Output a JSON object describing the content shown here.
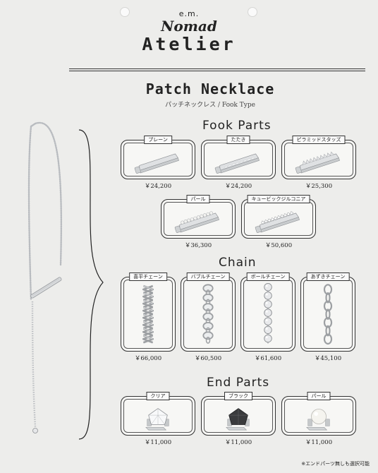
{
  "brand": {
    "prefix": "e.m.",
    "script": "Nomad",
    "name": "Atelier"
  },
  "page": {
    "title": "Patch Necklace",
    "subtitle": "パッチネックレス / Fook Type"
  },
  "fook_parts": {
    "title": "Fook Parts",
    "items": [
      {
        "label": "プレーン",
        "price": "￥24,200"
      },
      {
        "label": "たたき",
        "price": "￥24,200"
      },
      {
        "label": "ピラミッドスタッズ",
        "price": "￥25,300"
      },
      {
        "label": "パール",
        "price": "￥36,300"
      },
      {
        "label": "キュービックジルコニア",
        "price": "￥50,600"
      }
    ]
  },
  "chain": {
    "title": "Chain",
    "items": [
      {
        "label": "喜平チェーン",
        "price": "￥66,000"
      },
      {
        "label": "バブルチェーン",
        "price": "￥60,500"
      },
      {
        "label": "ボールチェーン",
        "price": "￥61,600"
      },
      {
        "label": "あずきチェーン",
        "price": "￥45,100"
      }
    ]
  },
  "end_parts": {
    "title": "End Parts",
    "items": [
      {
        "label": "クリア",
        "price": "￥11,000"
      },
      {
        "label": "ブラック",
        "price": "￥11,000"
      },
      {
        "label": "パール",
        "price": "￥11,000"
      }
    ]
  },
  "footnote": "※エンドパーツ無しも選択可能",
  "icons": {
    "plain": "bar-plain-icon",
    "hammered": "bar-hammered-icon",
    "pyramid": "bar-pyramid-studs-icon",
    "pearl": "bar-pearl-icon",
    "cz": "bar-cz-icon",
    "kihei": "curb-chain-icon",
    "bubble": "bubble-chain-icon",
    "ball": "ball-chain-icon",
    "azuki": "azuki-chain-icon",
    "clear": "clear-stone-icon",
    "black": "black-stone-icon",
    "pearl_end": "pearl-end-icon"
  }
}
